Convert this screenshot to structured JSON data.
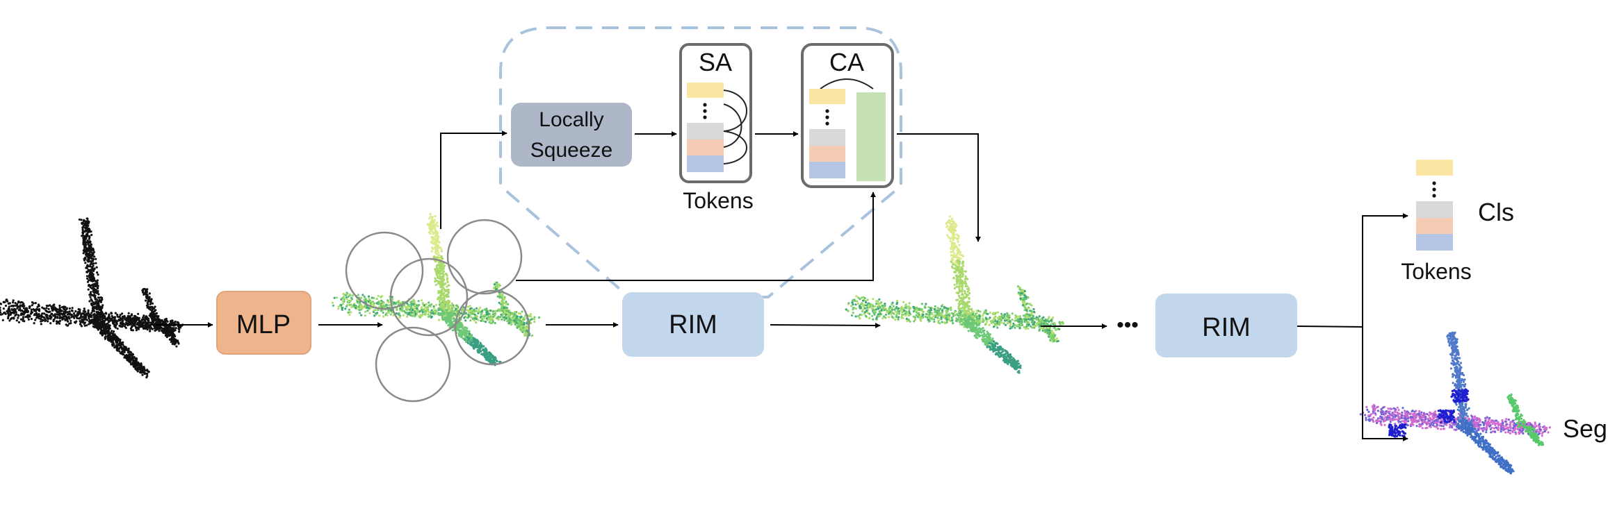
{
  "labels": {
    "mlp": "MLP",
    "locally_squeeze_line1": "Locally",
    "locally_squeeze_line2": "Squeeze",
    "sa": "SA",
    "ca": "CA",
    "tokens_top": "Tokens",
    "rim_first": "RIM",
    "rim_second": "RIM",
    "ellipsis": "•••",
    "cls": "Cls",
    "tokens_right": "Tokens",
    "seg": "Seg"
  },
  "colors": {
    "mlp_fill": "#eeb48c",
    "mlp_stroke": "#e2a27a",
    "rim_fill": "#c3d7ec",
    "squeeze_fill": "#adb7c8",
    "dashed_region": "#a9c3de",
    "token_yellow": "#fbe5a3",
    "token_gray": "#d9d9d9",
    "token_orange": "#f4cbb3",
    "token_blue": "#b3c4e5",
    "ca_green": "#c7dfb4",
    "box_stroke": "#6b6b6b",
    "arrow": "#000000"
  }
}
